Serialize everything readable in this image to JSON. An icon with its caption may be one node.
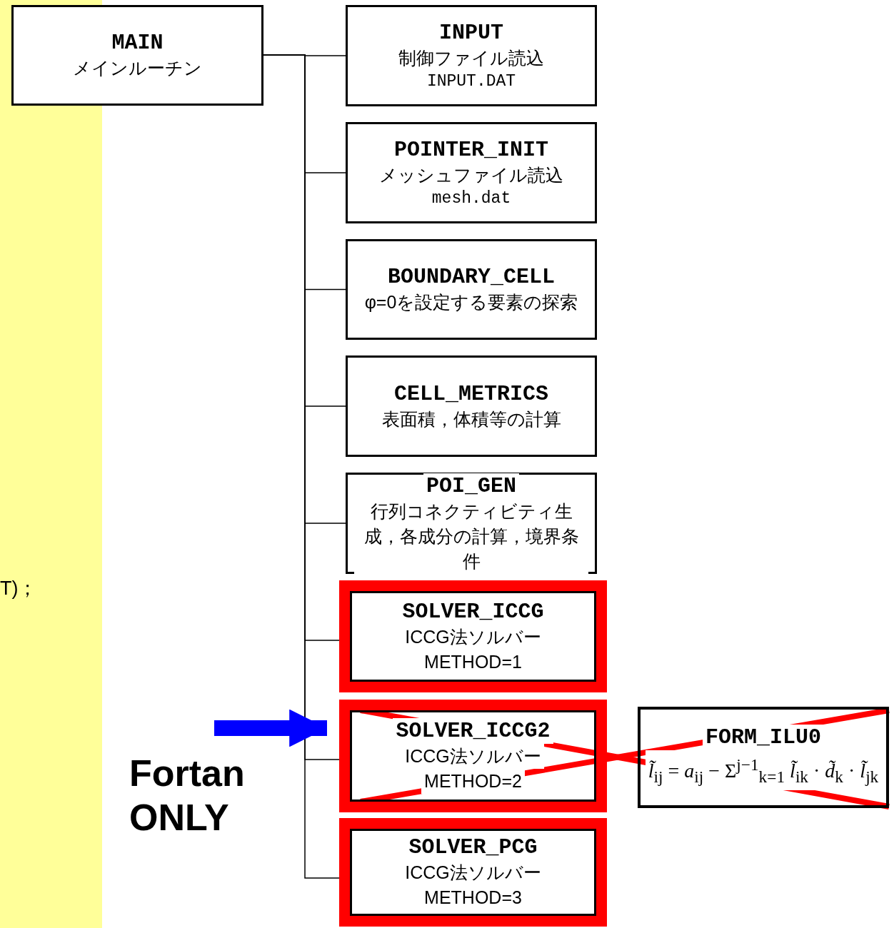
{
  "diagram": {
    "nodes": [
      {
        "text": [
          "MAIN",
          "メインルーチン"
        ]
      },
      {
        "text": [
          "INPUT",
          "制御ファイル読込",
          "INPUT.DAT"
        ]
      },
      {
        "text": [
          "POINTER_INIT",
          "メッシュファイル読込",
          "mesh.dat"
        ]
      },
      {
        "text": [
          "BOUNDARY_CELL",
          "φ=0を設定する要素の探索"
        ]
      },
      {
        "text": [
          "CELL_METRICS",
          "表面積，体積等の計算"
        ]
      },
      {
        "text": [
          "POI_GEN",
          "行列コネクティビティ生成，各成分の計算，境界条件"
        ]
      },
      {
        "text": [
          "SOLVER_ICCG",
          "ICCG法ソルバー",
          "METHOD=1"
        ]
      },
      {
        "text": [
          "SOLVER_ICCG2",
          "ICCG法ソルバー",
          "METHOD=2"
        ]
      },
      {
        "text": [
          "FORM_ILU0",
          "*l̃*$_{ij}$ = *a*$_{ij}$ − Σ$^{j−1}$$_{k=1}$ *l̃*$_{ik}$ · *d̃*$_{k}$ · *l̃*$_{jk}$"
        ]
      },
      {
        "text": [
          "SOLVER_PCG",
          "ICCG法ソルバー",
          "METHOD=3"
        ]
      }
    ],
    "edges": [
      {
        "from": 0,
        "to": 1,
        "arrow": "none"
      },
      {
        "from": 0,
        "to": 2,
        "arrow": "none"
      },
      {
        "from": 0,
        "to": 3,
        "arrow": "none"
      },
      {
        "from": 0,
        "to": 4,
        "arrow": "none"
      },
      {
        "from": 0,
        "to": 5,
        "arrow": "none"
      },
      {
        "from": 0,
        "to": 6,
        "arrow": "none"
      },
      {
        "from": 0,
        "to": 7,
        "arrow": "none"
      },
      {
        "from": 0,
        "to": 9,
        "arrow": "none"
      },
      {
        "from": null,
        "to": 7,
        "arrow": "to",
        "style": "thick",
        "color": "#0000ff"
      }
    ],
    "labels": [
      "T)；",
      "Fortan ONLY"
    ]
  }
}
